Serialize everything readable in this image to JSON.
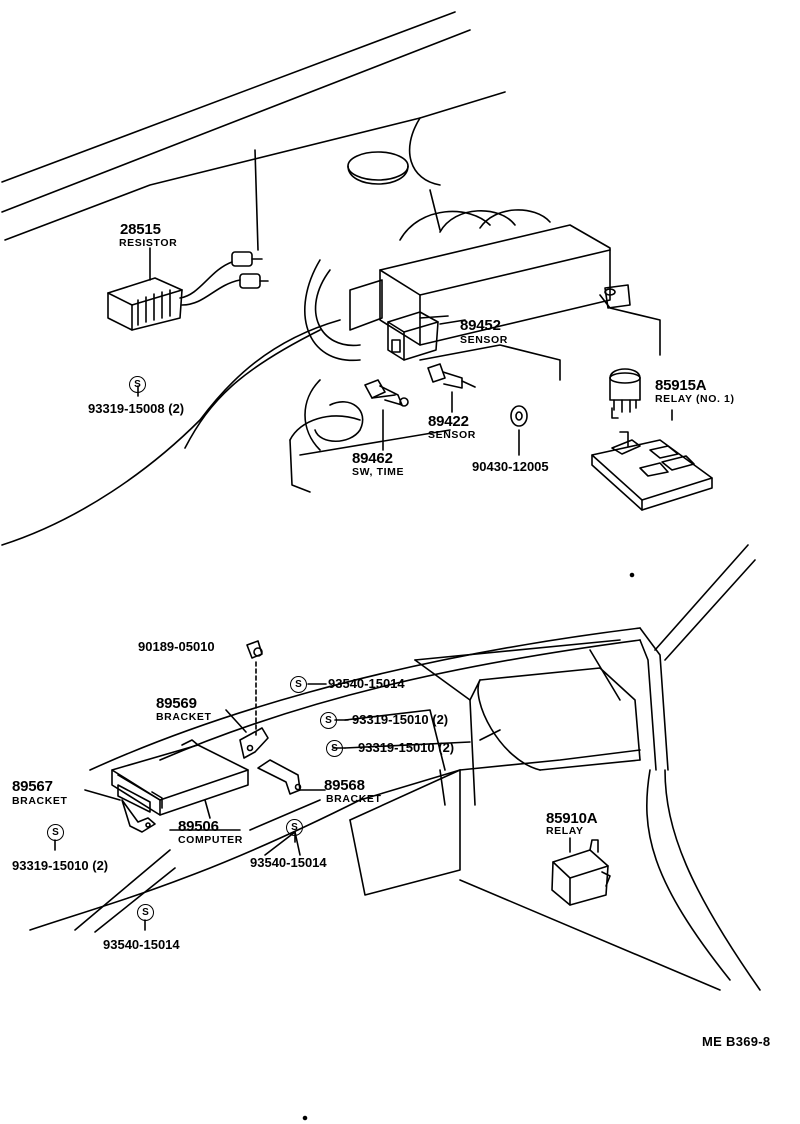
{
  "diagram_code": "ME B369-8",
  "symbol_glyph": "S",
  "parts": {
    "p28515": {
      "number": "28515",
      "name": "RESISTOR"
    },
    "p89452": {
      "number": "89452",
      "name": "SENSOR"
    },
    "p85915A": {
      "number": "85915A",
      "name": "RELAY (NO. 1)"
    },
    "p89422": {
      "number": "89422",
      "name": "SENSOR"
    },
    "p89462": {
      "number": "89462",
      "name": "SW, TIME"
    },
    "p89569": {
      "number": "89569",
      "name": "BRACKET"
    },
    "p89567": {
      "number": "89567",
      "name": "BRACKET"
    },
    "p89506": {
      "number": "89506",
      "name": "COMPUTER"
    },
    "p89568": {
      "number": "89568",
      "name": "BRACKET"
    },
    "p85910A": {
      "number": "85910A",
      "name": "RELAY"
    }
  },
  "fasteners": {
    "f1": "93319-15008 (2)",
    "f2": "90430-12005",
    "f3": "90189-05010",
    "f4": "93540-15014",
    "f5": "93319-15010 (2)",
    "f6": "93319-15010 (2)",
    "f7": "93319-15010 (2)",
    "f8": "93540-15014",
    "f9": "93540-15014"
  }
}
